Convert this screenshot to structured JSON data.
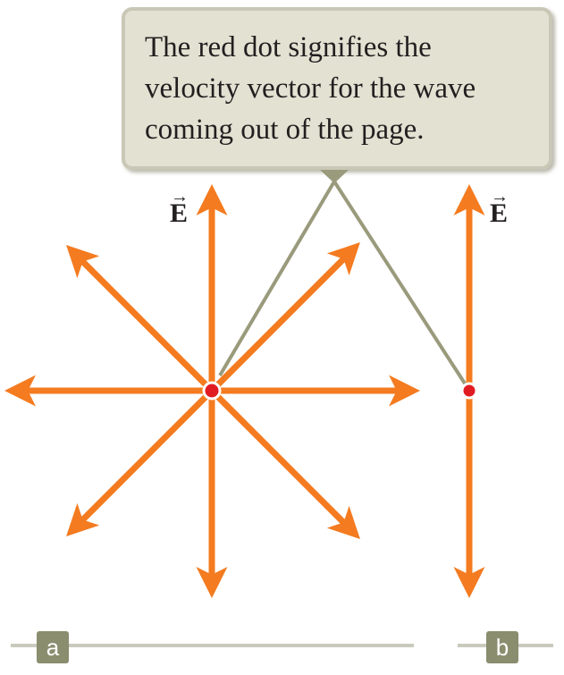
{
  "callout": {
    "lines": [
      "The red dot signifies the",
      "velocity vector for the wave",
      "coming out of the page."
    ]
  },
  "vector_symbol": "E",
  "vector_arrow": "⃗",
  "panels": [
    {
      "id": "a",
      "label": "a"
    },
    {
      "id": "b",
      "label": "b"
    }
  ],
  "colors": {
    "arrow": "#f47b20",
    "dot": "#e11b22",
    "callout_fill": "#e3e1d2",
    "callout_border": "#c9c7b5",
    "pointer_line": "#9a9a7c",
    "panel_label_bg": "#8a8d6e",
    "baseline": "#c9c9bd"
  }
}
